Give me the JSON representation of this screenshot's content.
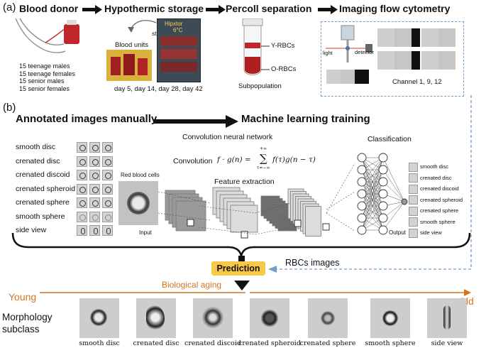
{
  "panel_a": {
    "label": "(a)",
    "steps": [
      "Blood donor",
      "Hypothermic storage",
      "Percoll separation",
      "Imaging flow cytometry"
    ],
    "donors": [
      "15 teenage males",
      "15 teenage females",
      "15 senior males",
      "15 senior females"
    ],
    "storage_tag": "storage",
    "fridge_label": "Hipxtor",
    "fridge_temp": "6°C",
    "blood_units": "Blood units",
    "days": "day 5, day 14, day 28, day 42",
    "y_rbcs": "Y-RBCs",
    "o_rbcs": "O-RBCs",
    "subpopulation": "Subpopulation",
    "light": "light",
    "detector": "detector",
    "channels": "Channel  1, 9, 12"
  },
  "panel_b": {
    "label": "(b)",
    "annotated": "Annotated images manually",
    "ml_training": "Machine learning training",
    "cnn_title": "Convolution neural network",
    "convolution_word": "Convolution",
    "formula_lhs": "f · g(n) =",
    "formula_sum_top": "+∞",
    "formula_sum_bottom": "τ=−∞",
    "formula_rhs": "f(τ)g(n − τ)",
    "classes": [
      "smooth disc",
      "crenated disc",
      "crenated discoid",
      "crenated spheroid",
      "crenated sphere",
      "smooth sphere",
      "side view"
    ],
    "rbc_label": "Red blood cells",
    "input_label": "Input",
    "feature_extraction": "Feature extraction",
    "classification": "Classification",
    "output_label": "Output",
    "prediction": "Prediction",
    "rbcs_images": "RBCs images",
    "biological_aging": "Biological aging",
    "young": "Young",
    "old": "Old",
    "morphology": "Morphology",
    "subclass": "subclass",
    "subclass_labels": [
      "smooth disc",
      "crenated disc",
      "crenated discoid",
      "crenated spheroid",
      "crenated sphere",
      "smooth sphere",
      "side view"
    ]
  },
  "colors": {
    "accent_orange": "#d9731f",
    "prediction_fill": "#f7c948",
    "dashed_blue": "#6f9fc9",
    "blood_red": "#c0262a"
  }
}
